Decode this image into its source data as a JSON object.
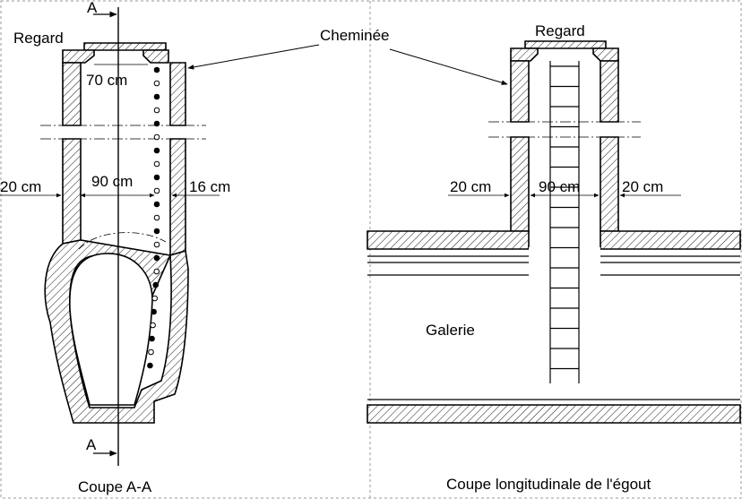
{
  "left_view": {
    "section_mark_top": "A",
    "section_mark_bottom": "A",
    "label_regard": "Regard",
    "dim_top": "70 cm",
    "dim_left": "20 cm",
    "dim_middle": "90 cm",
    "dim_right": "16 cm",
    "caption": "Coupe A-A"
  },
  "right_view": {
    "label_regard": "Regard",
    "label_galerie": "Galerie",
    "dim_left": "20 cm",
    "dim_middle": "90 cm",
    "dim_right": "20 cm",
    "caption": "Coupe longitudinale de l'égout"
  },
  "shared": {
    "label_cheminee": "Cheminée"
  }
}
